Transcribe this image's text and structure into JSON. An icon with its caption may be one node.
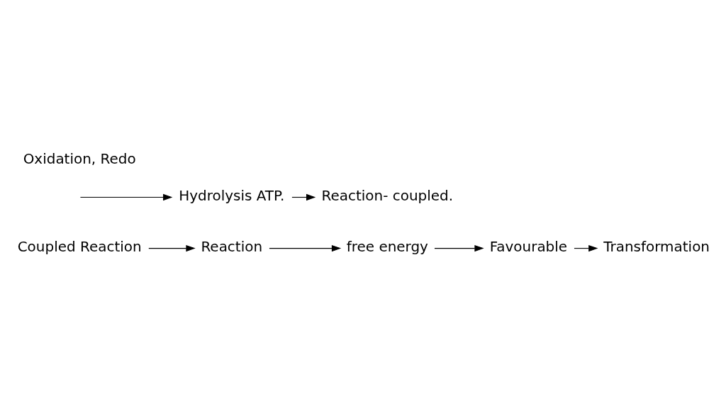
{
  "diagram": {
    "nodes": [
      {
        "text": [
          "Coupled Reaction"
        ]
      },
      {
        "text": [
          "Reaction"
        ]
      },
      {
        "text": [
          "free energy"
        ]
      },
      {
        "text": [
          "Favourable"
        ]
      },
      {
        "text": [
          "Transformation"
        ]
      },
      {
        "text": [
          "Hydrolysis ATP."
        ]
      },
      {
        "text": [
          "Reaction- coupled."
        ]
      }
    ],
    "edges": [
      {
        "from": 0,
        "to": 1,
        "arrow": "to"
      },
      {
        "from": 1,
        "to": 2,
        "arrow": "to"
      },
      {
        "from": 2,
        "to": 3,
        "arrow": "to"
      },
      {
        "from": 3,
        "to": 4,
        "arrow": "to"
      },
      {
        "from": null,
        "to": 5,
        "arrow": "to"
      },
      {
        "from": 5,
        "to": 6,
        "arrow": "to"
      }
    ],
    "labels": [
      "Oxidation, Redo"
    ]
  }
}
